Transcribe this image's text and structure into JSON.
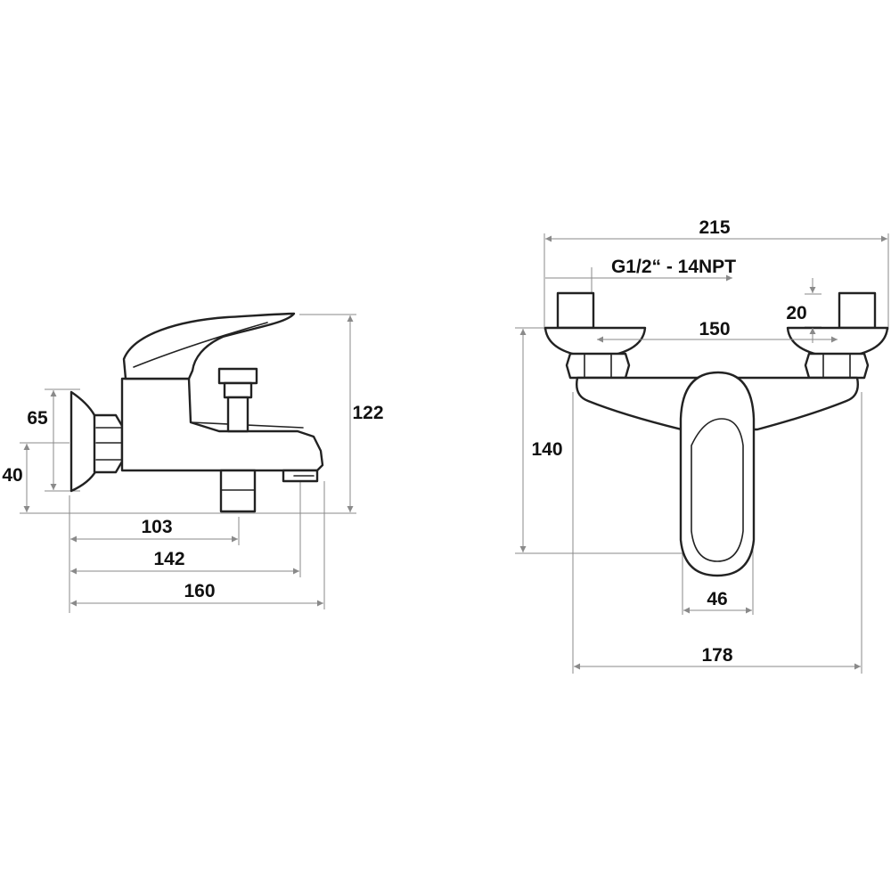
{
  "side_view": {
    "dims": {
      "height_overall": "122",
      "wall_plate": "65",
      "outlet_height": "40",
      "diverter_offset": "103",
      "spout_outlet": "142",
      "depth_overall": "160"
    }
  },
  "front_view": {
    "dims": {
      "width_overall": "215",
      "connection_thread": "G1/2“ - 14NPT",
      "connector_height": "20",
      "connector_spacing": "150",
      "body_height": "140",
      "handle_width": "46",
      "body_width": "178"
    }
  },
  "colors": {
    "outline": "#222222",
    "dimension_line": "#8a8a8a"
  }
}
